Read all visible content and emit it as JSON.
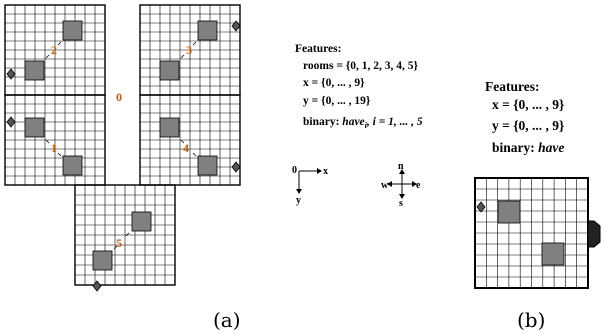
{
  "panel_a": {
    "caption": "(a)",
    "room_labels": [
      "0",
      "1",
      "2",
      "3",
      "4",
      "5"
    ],
    "features": {
      "heading": "Features:",
      "rooms": "rooms = {0, 1, 2, 3, 4, 5}",
      "x": "x = {0, ... , 9}",
      "y": "y = {0, ... , 19}",
      "binary_prefix": "binary: ",
      "binary_var": "have",
      "binary_sub": "i",
      "binary_suffix": ", i = 1, ... , 5"
    },
    "axes": {
      "origin": "0",
      "x": "x",
      "y": "y"
    },
    "compass": {
      "n": "n",
      "s": "s",
      "w": "w",
      "e": "e"
    }
  },
  "panel_b": {
    "caption": "(b)",
    "features": {
      "heading": "Features:",
      "x": "x = {0, ... , 9}",
      "y": "y = {0, ... , 9}",
      "binary_prefix": "binary: ",
      "binary_var": "have"
    }
  },
  "colors": {
    "room_label": "#c25a00",
    "object_fill": "#808080",
    "grid_line": "#000000"
  }
}
